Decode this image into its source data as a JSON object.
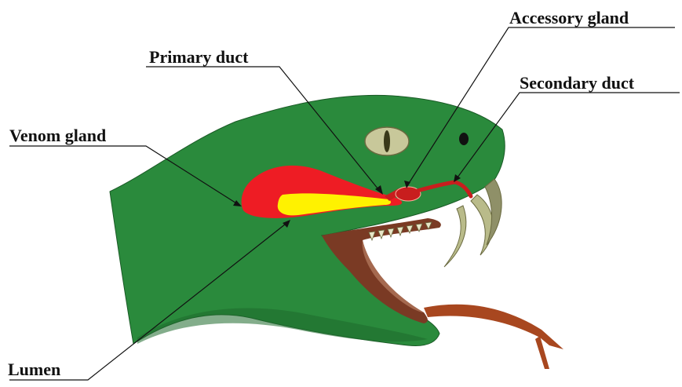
{
  "labels": {
    "accessory_gland": "Accessory gland",
    "primary_duct": "Primary duct",
    "secondary_duct": "Secondary duct",
    "venom_gland": "Venom gland",
    "lumen": "Lumen"
  },
  "colors": {
    "head": "#2a8a3c",
    "head_dark": "#1d6a2c",
    "eye": "#c8c89a",
    "venom_gland": "#ee1c24",
    "lumen": "#fff200",
    "duct": "#c81e1e",
    "mouth": "#7a3a24",
    "fang": "#b9bb8a",
    "tongue": "#a8471f",
    "leader": "#111111"
  }
}
